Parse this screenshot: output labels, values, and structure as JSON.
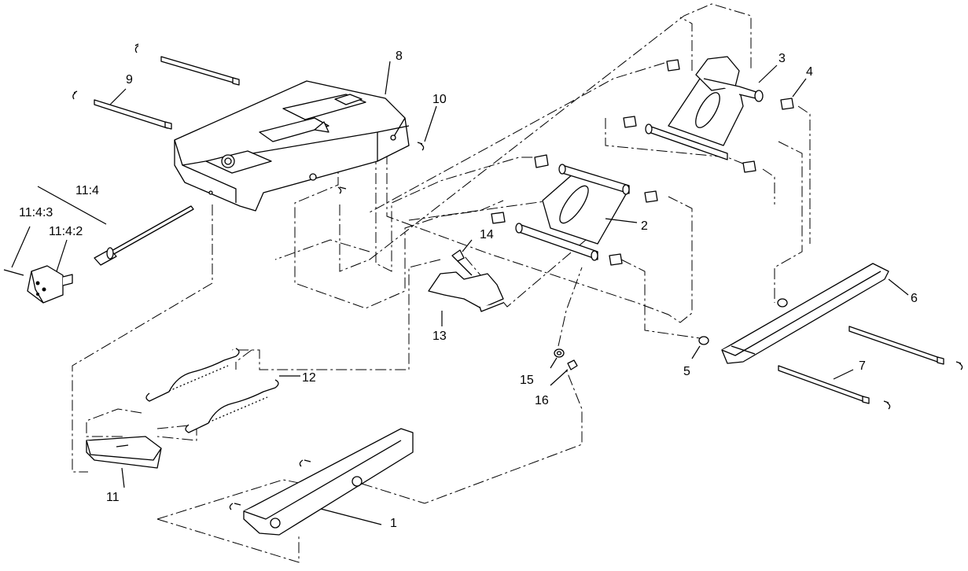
{
  "callouts": [
    {
      "id": "c1",
      "text": "1"
    },
    {
      "id": "c2",
      "text": "2"
    },
    {
      "id": "c3",
      "text": "3"
    },
    {
      "id": "c4",
      "text": "4"
    },
    {
      "id": "c5",
      "text": "5"
    },
    {
      "id": "c6",
      "text": "6"
    },
    {
      "id": "c7",
      "text": "7"
    },
    {
      "id": "c8",
      "text": "8"
    },
    {
      "id": "c9",
      "text": "9"
    },
    {
      "id": "c10",
      "text": "10"
    },
    {
      "id": "c11",
      "text": "11"
    },
    {
      "id": "c11_4",
      "text": "11:4"
    },
    {
      "id": "c11_4_2",
      "text": "11:4:2"
    },
    {
      "id": "c11_4_3",
      "text": "11:4:3"
    },
    {
      "id": "c12",
      "text": "12"
    },
    {
      "id": "c13",
      "text": "13"
    },
    {
      "id": "c14",
      "text": "14"
    },
    {
      "id": "c15",
      "text": "15"
    },
    {
      "id": "c16",
      "text": "16"
    }
  ]
}
